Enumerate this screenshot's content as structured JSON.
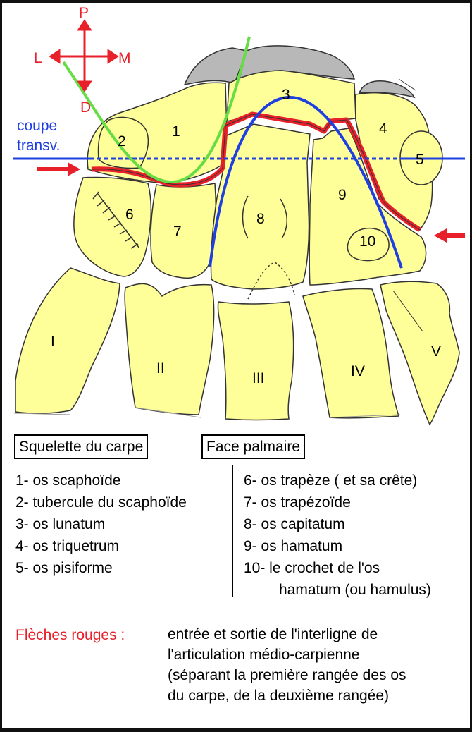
{
  "orientation": {
    "up": "P",
    "down": "D",
    "left": "L",
    "right": "M",
    "color": "#e8202a"
  },
  "section_label": {
    "line1": "coupe",
    "line2": "transv.",
    "color": "#1f3fe0"
  },
  "bone_labels": {
    "n1": "1",
    "n2": "2",
    "n3": "3",
    "n4": "4",
    "n5": "5",
    "n6": "6",
    "n7": "7",
    "n8": "8",
    "n9": "9",
    "n10": "10"
  },
  "metacarpal_labels": {
    "I": "I",
    "II": "II",
    "III": "III",
    "IV": "IV",
    "V": "V"
  },
  "titles": {
    "left": "Squelette du carpe",
    "right": "Face palmaire"
  },
  "legend_left": [
    "1- os scaphoïde",
    "2- tubercule du scaphoïde",
    "3- os lunatum",
    "4- os triquetrum",
    "5- os pisiforme"
  ],
  "legend_right": [
    "6- os trapèze ( et sa crête)",
    "7- os trapézoïde",
    "8- os capitatum",
    "9- os hamatum",
    "10- le crochet de l'os",
    "hamatum (ou hamulus)"
  ],
  "note": {
    "label": "Flèches rouges :",
    "lines": [
      "entrée et sortie de l'interligne de",
      "l'articulation médio-carpienne",
      "(séparant la première rangée des os",
      "du carpe, de la deuxième rangée)"
    ]
  },
  "colors": {
    "bone": "#ffff99",
    "cartilage": "#b8b8b8",
    "joint_line": "#e8202a",
    "green_curve": "#66dd44",
    "blue_curve": "#1f3fe0"
  }
}
